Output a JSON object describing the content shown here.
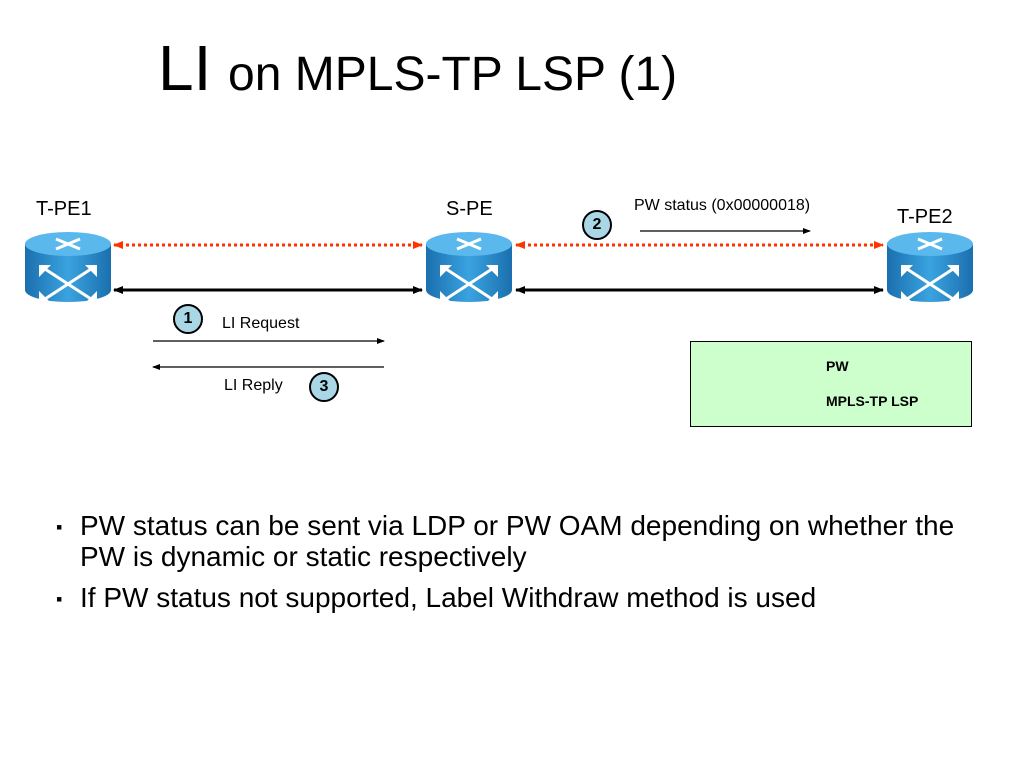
{
  "title": {
    "lead": "LI",
    "rest": "on MPLS-TP LSP (1)"
  },
  "nodes": {
    "tpe1": "T-PE1",
    "spe": "S-PE",
    "tpe2": "T-PE2"
  },
  "messages": {
    "pw_status": "PW status (0x00000018)",
    "li_request": "LI Request",
    "li_reply": "LI Reply"
  },
  "steps": {
    "one": "1",
    "two": "2",
    "three": "3"
  },
  "legend": {
    "pw": "PW",
    "lsp": "MPLS-TP LSP"
  },
  "bullets": [
    "PW status can be sent via LDP or PW OAM depending on whether the PW is dynamic or static respectively",
    "If PW status not supported, Label Withdraw method is used"
  ],
  "colors": {
    "pw_line": "#ff3300",
    "badge": "#a9d7e6",
    "legend_bg": "#ccffcc",
    "router": "#2a8fd0"
  }
}
